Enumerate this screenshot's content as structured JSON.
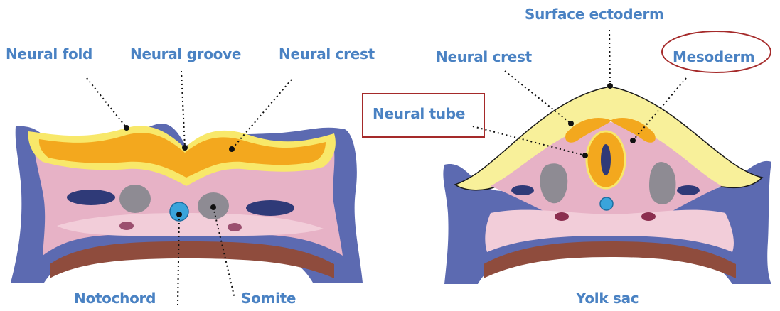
{
  "left_diagram": {
    "labels": {
      "neural_fold": "Neural fold",
      "neural_groove": "Neural groove",
      "neural_crest": "Neural crest",
      "notochord": "Notochord",
      "somite": "Somite"
    }
  },
  "right_diagram": {
    "labels": {
      "surface_ectoderm": "Surface ectoderm",
      "neural_crest": "Neural crest",
      "mesoderm": "Mesoderm",
      "neural_tube": "Neural tube",
      "yolk_sac": "Yolk sac"
    },
    "highlights": {
      "neural_tube": "box",
      "mesoderm": "ellipse"
    }
  },
  "colors": {
    "label_text": "#4a82c3",
    "highlight_outline": "#a52a2a",
    "neural_plate": "#f3a81e",
    "surface_ectoderm": "#f8f09a",
    "mesoderm_pink": "#e7b2c6",
    "lateral_blue": "#4a5aa8",
    "yolk_sac_brown": "#8f4c3d",
    "somite_gray": "#8e8b93",
    "notochord_blue": "#3aa4db"
  }
}
